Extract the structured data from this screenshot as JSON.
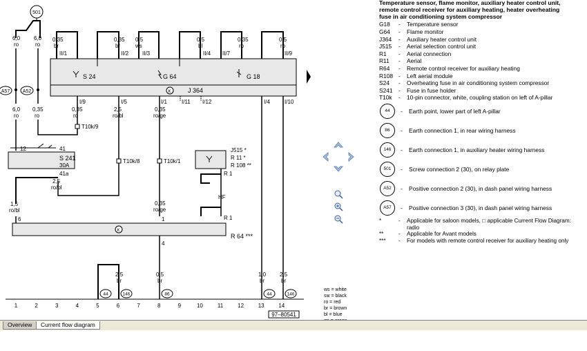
{
  "legend": {
    "title_lines": [
      "Temperature sensor, flame monitor, auxiliary heater control unit,",
      "remote control receiver for auxiliary heating, heater overheating",
      "fuse in air conditioning system compressor"
    ],
    "items": [
      {
        "code": "G18",
        "desc": "Temperature sensor"
      },
      {
        "code": "G64",
        "desc": "Flame monitor"
      },
      {
        "code": "J364",
        "desc": "Auxiliary heater control unit"
      },
      {
        "code": "J515",
        "desc": "Aerial selection control unit"
      },
      {
        "code": "R1",
        "desc": "Aerial connection"
      },
      {
        "code": "R11",
        "desc": "Aerial"
      },
      {
        "code": "R64",
        "desc": "Remote control receiver for auxiliary heating"
      },
      {
        "code": "R108",
        "desc": "Left aerial module"
      },
      {
        "code": "S24",
        "desc": "Overheating fuse in air conditioning system compressor"
      },
      {
        "code": "S241",
        "desc": "Fuse in fuse holder"
      },
      {
        "code": "T10k",
        "desc": "10-pin connector, white, coupling station on left of A-pillar"
      }
    ],
    "connections": [
      {
        "code": "44",
        "desc": "Earth point, lower part of left A-pillar"
      },
      {
        "code": "86",
        "desc": "Earth connection 1, in rear wiring harness"
      },
      {
        "code": "146",
        "desc": "Earth connection 1, in auxiliary heater wiring harness"
      },
      {
        "code": "501",
        "desc": "Screw connection 2 (30), on relay plate"
      },
      {
        "code": "A52",
        "desc": "Positive connection 2 (30), in dash panel wiring harness"
      },
      {
        "code": "A57",
        "desc": "Positive connection 3 (30), in dash panel wiring harness"
      }
    ],
    "notes": [
      {
        "code": "*",
        "desc": "Applicable for saloon models, □ applicable Current Flow Diagram: radio"
      },
      {
        "code": "**",
        "desc": "Applicable for Avant models"
      },
      {
        "code": "***",
        "desc": "For models with remote control receiver for auxiliary heating only"
      }
    ]
  },
  "wire_colors": [
    {
      "abbr": "ws",
      "name": "white"
    },
    {
      "abbr": "sw",
      "name": "black"
    },
    {
      "abbr": "ro",
      "name": "red"
    },
    {
      "abbr": "br",
      "name": "brown"
    },
    {
      "abbr": "bl",
      "name": "blue"
    },
    {
      "abbr": "gn",
      "name": "green"
    }
  ],
  "diagram": {
    "node_501": "501",
    "node_a57": "A57",
    "node_a52": "A52",
    "j364_label": "J 364",
    "s24_label": "S 24",
    "g64_label": "G 64",
    "g18_label": "G 18",
    "s241_label": "S 241",
    "s241_rating": "30A",
    "t10k9": "T10k/9",
    "t10k8": "T10k/8",
    "t10k1": "T10k/1",
    "j515_label": "J515 *",
    "r11_label": "R 11 *",
    "r108_label": "R 108 **",
    "r1_top": "R 1",
    "r1_bottom": "R 1",
    "hf": "HF",
    "r64_label": "R 64 ***",
    "pin12": "12",
    "pin41": "41",
    "pin41a": "41a",
    "pin6": "6",
    "pin1": "1",
    "pin4": "4",
    "ref_number": "97–80541",
    "columns": [
      "1",
      "2",
      "3",
      "4",
      "5",
      "6",
      "7",
      "8",
      "9",
      "10",
      "11",
      "12",
      "13",
      "14"
    ]
  },
  "tabs": [
    {
      "label": "Overview"
    },
    {
      "label": "Current flow diagram"
    }
  ],
  "colors": {
    "line": "#000000",
    "box_fill": "#e8e8e8",
    "tab_bg": "#d4d0c8"
  }
}
